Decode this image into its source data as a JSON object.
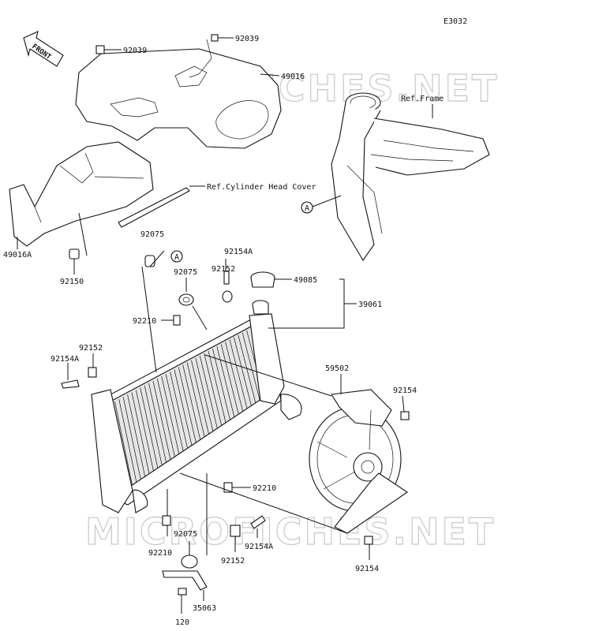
{
  "diagram_id": "E3032",
  "watermark": "MICROFICHES.NET",
  "front_label": "FRONT",
  "references": {
    "cylinder_head_cover": "Ref.Cylinder Head Cover",
    "frame": "Ref.Frame"
  },
  "callout_marker": "A",
  "part_labels": [
    "92039",
    "92039",
    "49016",
    "49016A",
    "92150",
    "92075",
    "92154A",
    "92075",
    "92152",
    "49085",
    "39061",
    "92210",
    "92152",
    "92154A",
    "59502",
    "92154",
    "92210",
    "92075",
    "92154A",
    "92210",
    "92152",
    "92154",
    "35063",
    "120"
  ]
}
